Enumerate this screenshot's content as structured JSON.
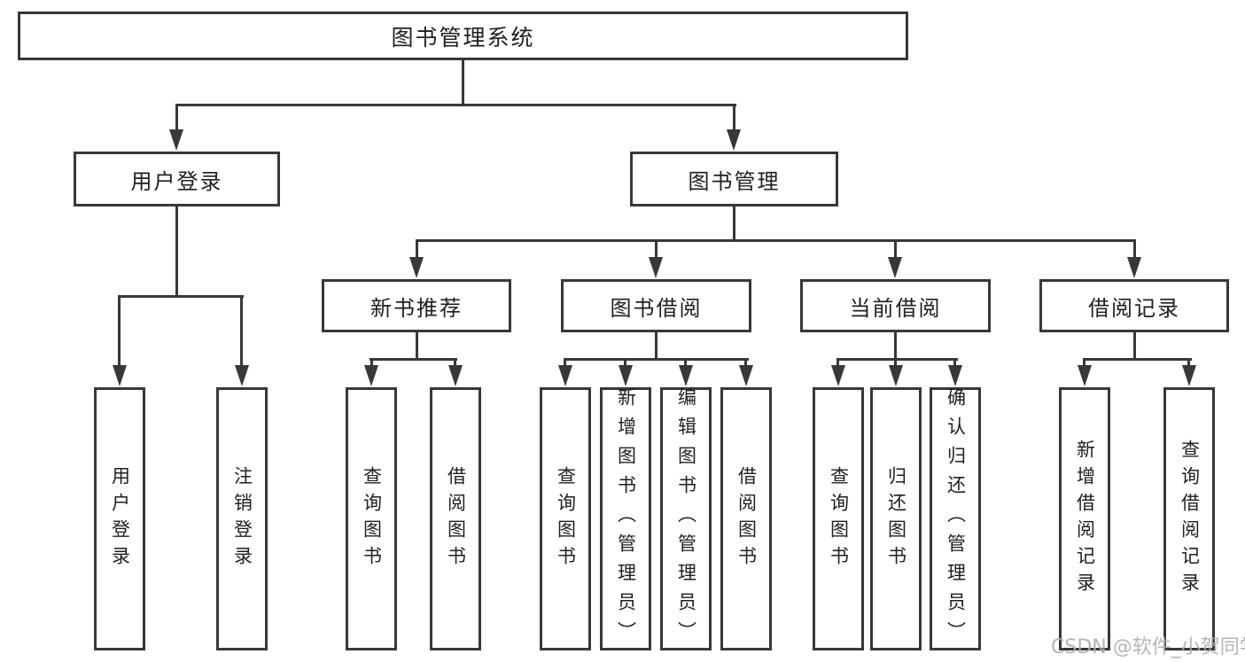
{
  "diagram": {
    "root": {
      "label": "图书管理系统"
    },
    "level2": [
      {
        "label": "用户登录"
      },
      {
        "label": "图书管理"
      }
    ],
    "level3": [
      {
        "label": "新书推荐"
      },
      {
        "label": "图书借阅"
      },
      {
        "label": "当前借阅"
      },
      {
        "label": "借阅记录"
      }
    ],
    "leaves": {
      "user_login": [
        {
          "label": "用户登录"
        },
        {
          "label": "注销登录"
        }
      ],
      "new_book_recommend": [
        {
          "label": "查询图书"
        },
        {
          "label": "借阅图书"
        }
      ],
      "book_borrow": [
        {
          "label": "查询图书"
        },
        {
          "label": "新增图书（管理员）"
        },
        {
          "label": "编辑图书（管理员）"
        },
        {
          "label": "借阅图书"
        }
      ],
      "current_borrow": [
        {
          "label": "查询图书"
        },
        {
          "label": "归还图书"
        },
        {
          "label": "确认归还（管理员）"
        }
      ],
      "borrow_records": [
        {
          "label": "新增借阅记录"
        },
        {
          "label": "查询借阅记录"
        }
      ]
    },
    "watermark": "CSDN @软件_小贺同学",
    "colors": {
      "line": "#383838",
      "text": "#1f1f1f",
      "background": "#ffffff",
      "watermark": "#afafaf"
    }
  }
}
